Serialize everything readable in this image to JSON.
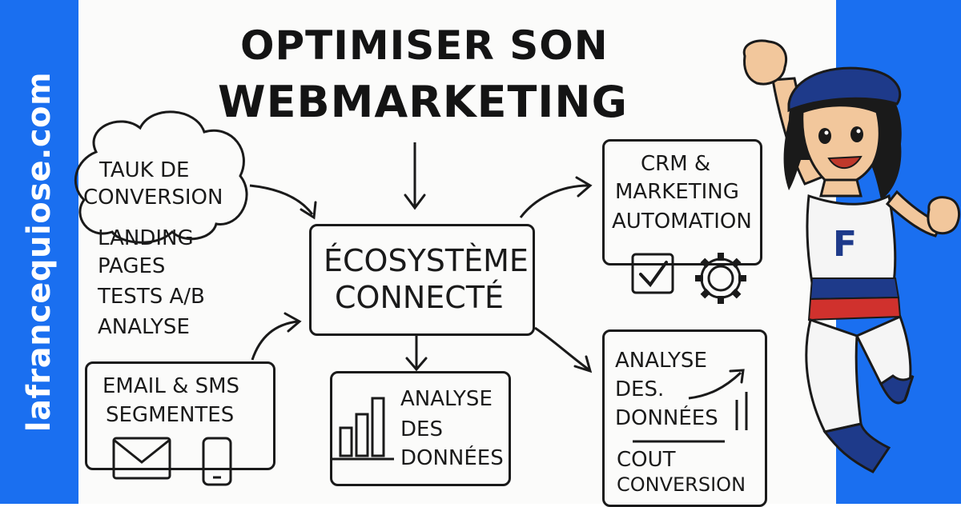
{
  "brand": {
    "site": "lafrancequiose.com"
  },
  "title": {
    "line1": "OPTIMISER SON",
    "line2": "WEBMARKETING"
  },
  "cloud": {
    "line1": "TAUK DE",
    "line2": "CONVERSION"
  },
  "left_list": [
    "LANDING",
    "PAGES",
    "TESTS A/B",
    "ANALYSE"
  ],
  "email_box": {
    "line1": "EMAIL & SMS",
    "line2": "SEGMENTES"
  },
  "center_box": {
    "line1": "ÉCOSYSTÈME",
    "line2": "CONNECTÉ"
  },
  "bottom_box": {
    "line1": "ANALYSE",
    "line2": "DES",
    "line3": "DONNÉES"
  },
  "crm_box": {
    "line1": "CRM &",
    "line2": "MARKETING",
    "line3": "AUTOMATION"
  },
  "data_box": {
    "line1": "ANALYSE",
    "line2": "DES.",
    "line3": "DONNÉES",
    "line4": "COUT",
    "line5": "CONVERSION"
  },
  "mascot": {
    "shirt_letter": "F"
  },
  "colors": {
    "band": "#1a6ff0",
    "ink": "#1a1a1a",
    "stripe_blue": "#1e3a8a",
    "stripe_red": "#d0312d",
    "beret": "#1e3a8a"
  },
  "icons": [
    "envelope-icon",
    "phone-icon",
    "checkbox-icon",
    "gear-icon",
    "bar-chart-icon",
    "trend-arrow-icon"
  ]
}
